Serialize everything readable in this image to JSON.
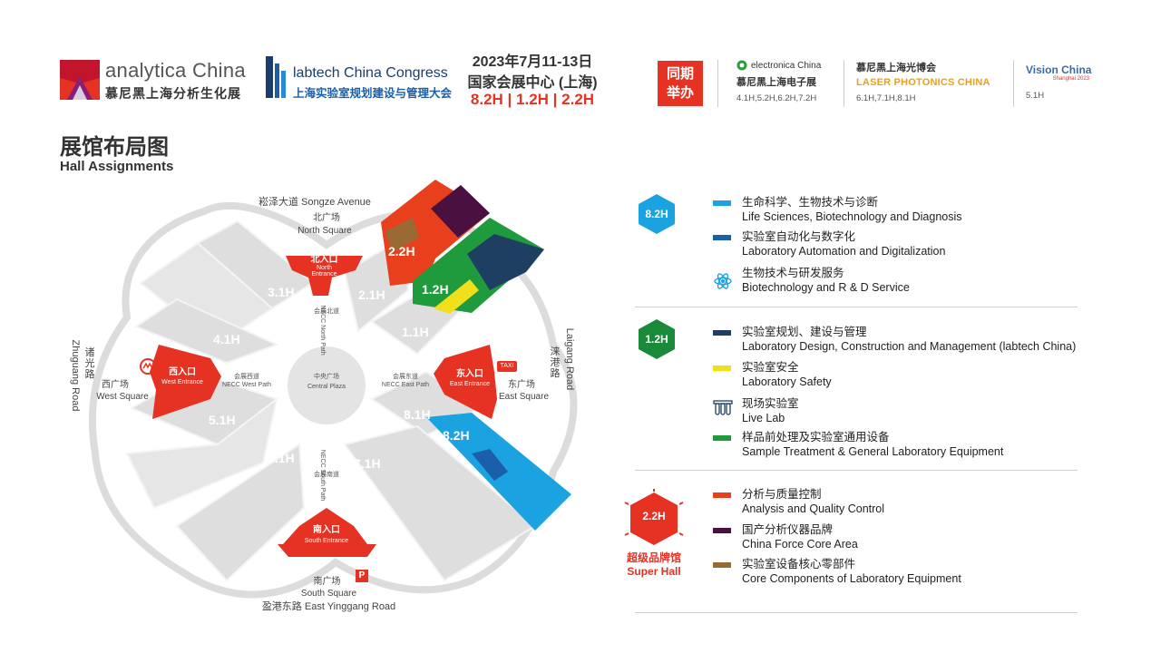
{
  "header": {
    "analytica": {
      "name": "analytica China",
      "sub": "慕尼黑上海分析生化展"
    },
    "labtech": {
      "name": "labtech China Congress",
      "sub": "上海实验室规划建设与管理大会"
    },
    "event": {
      "date": "2023年7月11-13日",
      "venue": "国家会展中心 (上海)",
      "halls": "8.2H | 1.2H | 2.2H"
    },
    "concurrent_badge": [
      "同期",
      "举办"
    ],
    "concurrent": [
      {
        "logo": "electronica China",
        "title": "慕尼黑上海电子展",
        "halls": "4.1H,5.2H,6.2H,7.2H"
      },
      {
        "logo_top": "慕尼黑上海光博会",
        "logo": "LASER PHOTONICS CHINA",
        "halls": "6.1H,7.1H,8.1H"
      },
      {
        "logo": "Vision China",
        "logo_sub": "Shanghai 2023",
        "halls": "5.1H"
      }
    ]
  },
  "title": {
    "cn": "展馆布局图",
    "en": "Hall Assignments"
  },
  "map": {
    "roads": {
      "north": "崧泽大道 Songze Avenue",
      "south": "盈港东路 East Yinggang Road",
      "west_cn": "诸光路",
      "west_en": "Zhuguang Road",
      "east_cn": "涞港路",
      "east_en": "Laigang Road"
    },
    "squares": {
      "north": [
        "北广场",
        "North Square"
      ],
      "south": [
        "南广场",
        "South Square"
      ],
      "west": [
        "西广场",
        "West Square"
      ],
      "east": [
        "东广场",
        "East Square"
      ]
    },
    "entrances": {
      "north": [
        "北入口",
        "North",
        "Entrance"
      ],
      "south": [
        "南入口",
        "South Entrance"
      ],
      "west": [
        "西入口",
        "West Entrance"
      ],
      "east": [
        "东入口",
        "East Entrance"
      ]
    },
    "paths": {
      "north": [
        "会展北道",
        "NECC North Path"
      ],
      "south": [
        "会展南道",
        "NECC South Path"
      ],
      "west": [
        "会展西道",
        "NECC West Path"
      ],
      "east": [
        "会展东道",
        "NECC East Path"
      ]
    },
    "central": [
      "中央广场",
      "Central Plaza"
    ],
    "halls": [
      "3.1H",
      "2.1H",
      "4.1H",
      "1.1H",
      "5.1H",
      "8.1H",
      "6.1H",
      "7.1H",
      "2.2H",
      "1.2H",
      "8.2H"
    ],
    "icons": {
      "taxi": "TAXI",
      "parking": "P"
    }
  },
  "legend": {
    "groups": [
      {
        "hall": "8.2H",
        "color": "#1aa3e0",
        "items": [
          {
            "swatch": "#1aa3e0",
            "cn": "生命科学、生物技术与诊断",
            "en": "Life Sciences, Biotechnology and Diagnosis",
            "icon": ""
          },
          {
            "swatch": "#1a5fa8",
            "cn": "实验室自动化与数字化",
            "en": "Laboratory Automation and Digitalization",
            "icon": ""
          },
          {
            "swatch": "",
            "cn": "生物技术与研发服务",
            "en": "Biotechnology and R & D Service",
            "icon": "atom-icon"
          }
        ]
      },
      {
        "hall": "1.2H",
        "color": "#1a8a3a",
        "items": [
          {
            "swatch": "#1f3f62",
            "cn": "实验室规划、建设与管理",
            "en": "Laboratory Design, Construction and Management (labtech China)",
            "icon": ""
          },
          {
            "swatch": "#f0e01c",
            "cn": "实验室安全",
            "en": "Laboratory Safety",
            "icon": ""
          },
          {
            "swatch": "",
            "cn": "现场实验室",
            "en": "Live Lab",
            "icon": "lab-tubes-icon"
          },
          {
            "swatch": "#1f9a3c",
            "cn": "样品前处理及实验室通用设备",
            "en": "Sample Treatment & General Laboratory Equipment",
            "icon": ""
          }
        ]
      },
      {
        "hall": "2.2H",
        "color": "#e53223",
        "super_cn": "超级品牌馆",
        "super_en": "Super Hall",
        "items": [
          {
            "swatch": "#e8401c",
            "cn": "分析与质量控制",
            "en": "Analysis and Quality Control",
            "icon": ""
          },
          {
            "swatch": "#4a1040",
            "cn": "国产分析仪器品牌",
            "en": "China Force Core Area",
            "icon": ""
          },
          {
            "swatch": "#9a6a35",
            "cn": "实验室设备核心零部件",
            "en": "Core Components of Laboratory Equipment",
            "icon": ""
          }
        ]
      }
    ]
  }
}
